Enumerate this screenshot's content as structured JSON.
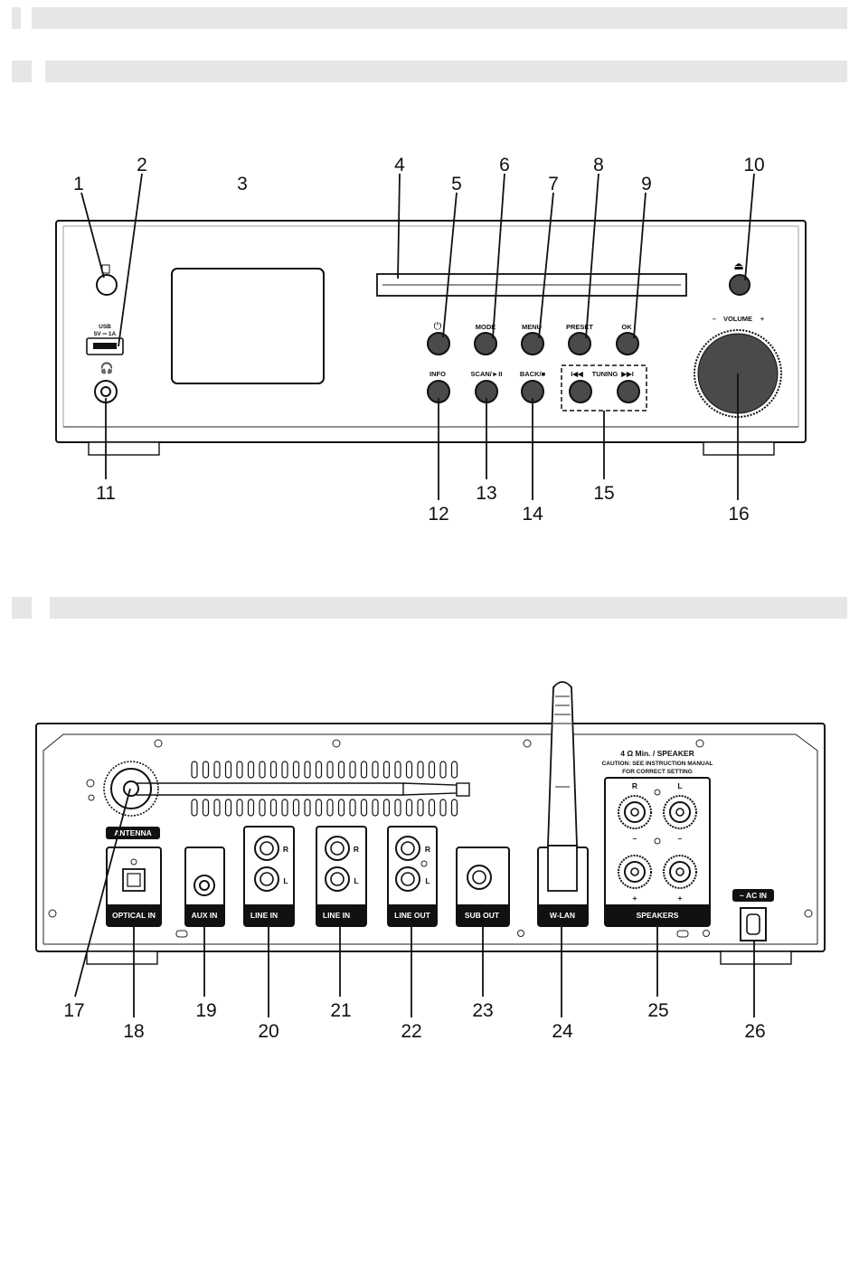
{
  "front_labels": {
    "usb": "USB",
    "usb_rating": "5V ═ 1A",
    "power": "⏻",
    "mode": "MODE",
    "menu": "MENU",
    "preset": "PRESET",
    "ok": "OK",
    "info": "INFO",
    "scan": "SCAN/►II",
    "back": "BACK/■",
    "tuning": "TUNING",
    "volume": "VOLUME",
    "vol_minus": "–",
    "vol_plus": "+",
    "eject": "⏏"
  },
  "rear_labels": {
    "antenna": "ANTENNA",
    "optical_in": "OPTICAL IN",
    "aux_in": "AUX IN",
    "line_in_1": "LINE IN",
    "line_in_2": "LINE IN",
    "line_out": "LINE OUT",
    "sub_out": "SUB OUT",
    "wlan": "W-LAN",
    "speakers": "SPEAKERS",
    "speaker_impedance": "4 Ω Min. / SPEAKER",
    "caution_1": "CAUTION: SEE INSTRUCTION MANUAL",
    "caution_2": "FOR CORRECT SETTING",
    "ac_in": "~ AC IN",
    "r": "R",
    "l": "L",
    "minus": "–",
    "plus": "+"
  },
  "callouts": {
    "c1": "1",
    "c2": "2",
    "c3": "3",
    "c4": "4",
    "c5": "5",
    "c6": "6",
    "c7": "7",
    "c8": "8",
    "c9": "9",
    "c10": "10",
    "c11": "11",
    "c12": "12",
    "c13": "13",
    "c14": "14",
    "c15": "15",
    "c16": "16",
    "c17": "17",
    "c18": "18",
    "c19": "19",
    "c20": "20",
    "c21": "21",
    "c22": "22",
    "c23": "23",
    "c24": "24",
    "c25": "25",
    "c26": "26"
  }
}
